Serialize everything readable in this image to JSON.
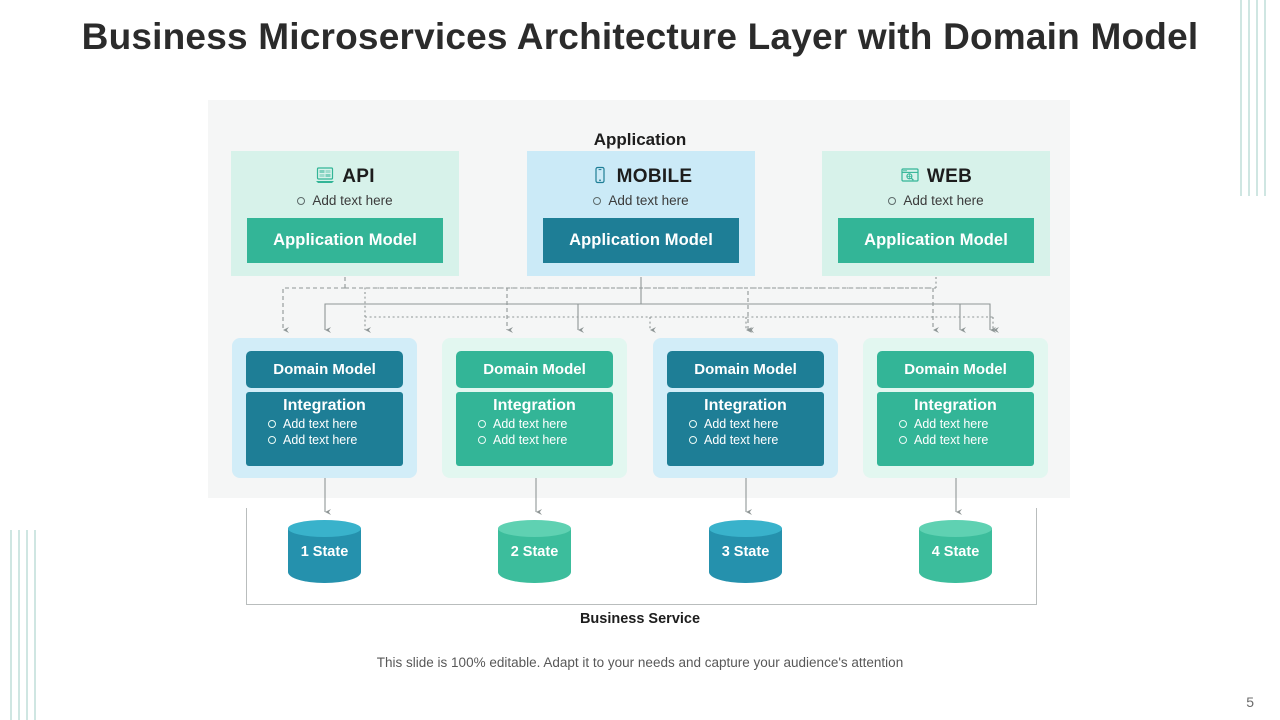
{
  "title": "Business Microservices Architecture Layer with Domain Model",
  "panel": {
    "heading": "Application"
  },
  "application_cards": [
    {
      "icon": "api-monitor-icon",
      "label": "API",
      "sub": "Add text here",
      "model": "Application Model",
      "accent": "#33b597",
      "bg": "#d7f2ea"
    },
    {
      "icon": "mobile-phone-icon",
      "label": "MOBILE",
      "sub": "Add text here",
      "model": "Application Model",
      "accent": "#1e7e96",
      "bg": "#cbeaf7"
    },
    {
      "icon": "web-browser-icon",
      "label": "WEB",
      "sub": "Add text here",
      "model": "Application Model",
      "accent": "#33b597",
      "bg": "#d7f2ea"
    }
  ],
  "domain_cards": [
    {
      "head": "Domain Model",
      "body_title": "Integration",
      "items": [
        "Add text here",
        "Add text here"
      ],
      "accent": "#1e7e96",
      "bg": "#d2edf8"
    },
    {
      "head": "Domain Model",
      "body_title": "Integration",
      "items": [
        "Add text here",
        "Add text here"
      ],
      "accent": "#33b597",
      "bg": "#e2f7f0"
    },
    {
      "head": "Domain Model",
      "body_title": "Integration",
      "items": [
        "Add text here",
        "Add text here"
      ],
      "accent": "#1e7e96",
      "bg": "#d2edf8"
    },
    {
      "head": "Domain Model",
      "body_title": "Integration",
      "items": [
        "Add text here",
        "Add text here"
      ],
      "accent": "#33b597",
      "bg": "#e2f7f0"
    }
  ],
  "states": [
    {
      "label": "1 State",
      "color": "#2591ad"
    },
    {
      "label": "2 State",
      "color": "#3cbd9c"
    },
    {
      "label": "3 State",
      "color": "#2591ad"
    },
    {
      "label": "4 State",
      "color": "#3cbd9c"
    }
  ],
  "business_service_label": "Business Service",
  "footer_note": "This slide is 100% editable. Adapt it to your needs and capture your audience's attention",
  "page_number": "5",
  "colors": {
    "teal_dark": "#1e7e96",
    "green": "#33b597",
    "light_blue": "#d2edf8",
    "light_green": "#e2f7f0",
    "panel_bg": "#f5f6f6",
    "deco_line": "#cfe6e2"
  }
}
